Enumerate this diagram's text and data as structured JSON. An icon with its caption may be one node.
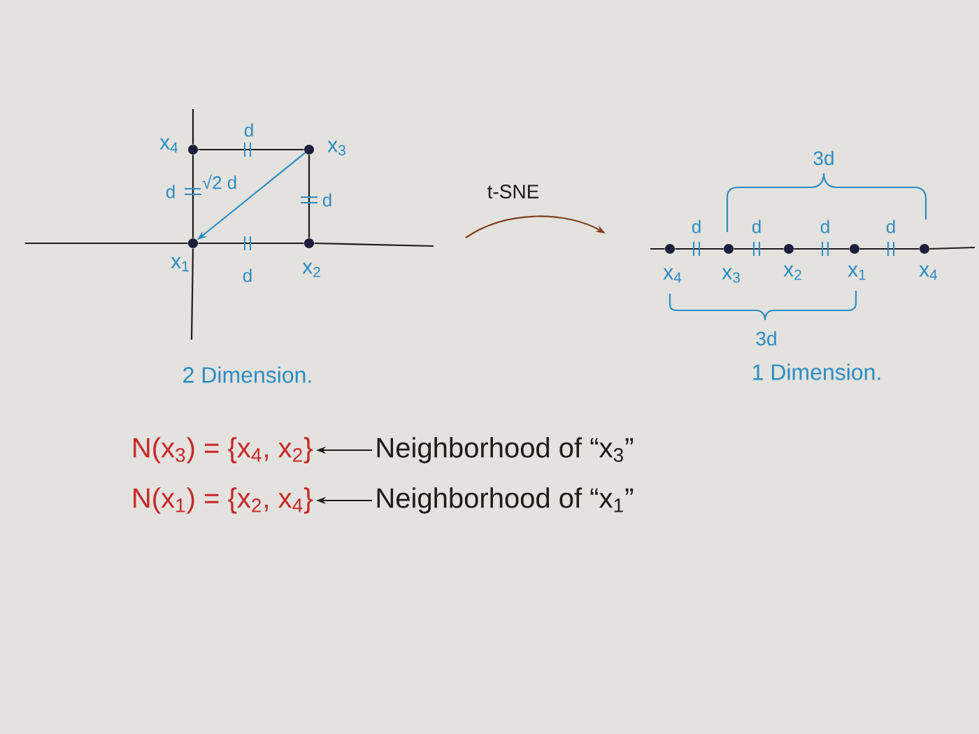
{
  "diagram": {
    "nodes": [
      {
        "text": [],
        "shape": "circle",
        "beside": [
          "x$_{4}$"
        ]
      },
      {
        "text": [],
        "shape": "circle",
        "beside": [
          "x$_{3}$"
        ]
      },
      {
        "text": [],
        "shape": "circle",
        "beside": [
          "x$_{1}$"
        ]
      },
      {
        "text": [],
        "shape": "circle",
        "beside": [
          "x$_{2}$"
        ]
      },
      {
        "text": [],
        "shape": "circle",
        "beside": [
          "x$_{4}$"
        ]
      },
      {
        "text": [],
        "shape": "circle",
        "beside": [
          "x$_{3}$"
        ]
      },
      {
        "text": [],
        "shape": "circle",
        "beside": [
          "x$_{2}$"
        ]
      },
      {
        "text": [],
        "shape": "circle",
        "beside": [
          "x$_{1}$"
        ]
      },
      {
        "text": [],
        "shape": "circle",
        "beside": [
          "x$_{4}$"
        ]
      },
      {
        "text": [
          "N(x$_{3}$) = {x$_{4}$, x$_{2}$}"
        ]
      },
      {
        "text": [
          "Neighborhood of “x$_{3}$”"
        ]
      },
      {
        "text": [
          "N(x$_{1}$) = {x$_{2}$, x$_{4}$}"
        ]
      },
      {
        "text": [
          "Neighborhood of “x$_{1}$”"
        ]
      }
    ],
    "edges": [
      {
        "from": 0,
        "to": 1,
        "arrow": "none",
        "label": "d"
      },
      {
        "from": 0,
        "to": 2,
        "arrow": "none",
        "label": "d"
      },
      {
        "from": 1,
        "to": 2,
        "arrow": "to",
        "label": "√2 d",
        "color": "#2b8cc4"
      },
      {
        "from": 1,
        "to": 3,
        "arrow": "none",
        "label": "d"
      },
      {
        "from": 2,
        "to": 3,
        "arrow": "none",
        "label": "d"
      },
      {
        "from": 4,
        "to": 5,
        "arrow": "none",
        "label": "d"
      },
      {
        "from": 5,
        "to": 6,
        "arrow": "none",
        "label": "d"
      },
      {
        "from": 6,
        "to": 7,
        "arrow": "none",
        "label": "d"
      },
      {
        "from": 7,
        "to": 8,
        "arrow": "none",
        "label": "d"
      },
      {
        "from": 10,
        "to": 9,
        "arrow": "to"
      },
      {
        "from": 12,
        "to": 11,
        "arrow": "to"
      }
    ],
    "labels": [
      "3d",
      "t-SNE",
      "3d",
      "2 Dimension.",
      "1 Dimension."
    ]
  }
}
